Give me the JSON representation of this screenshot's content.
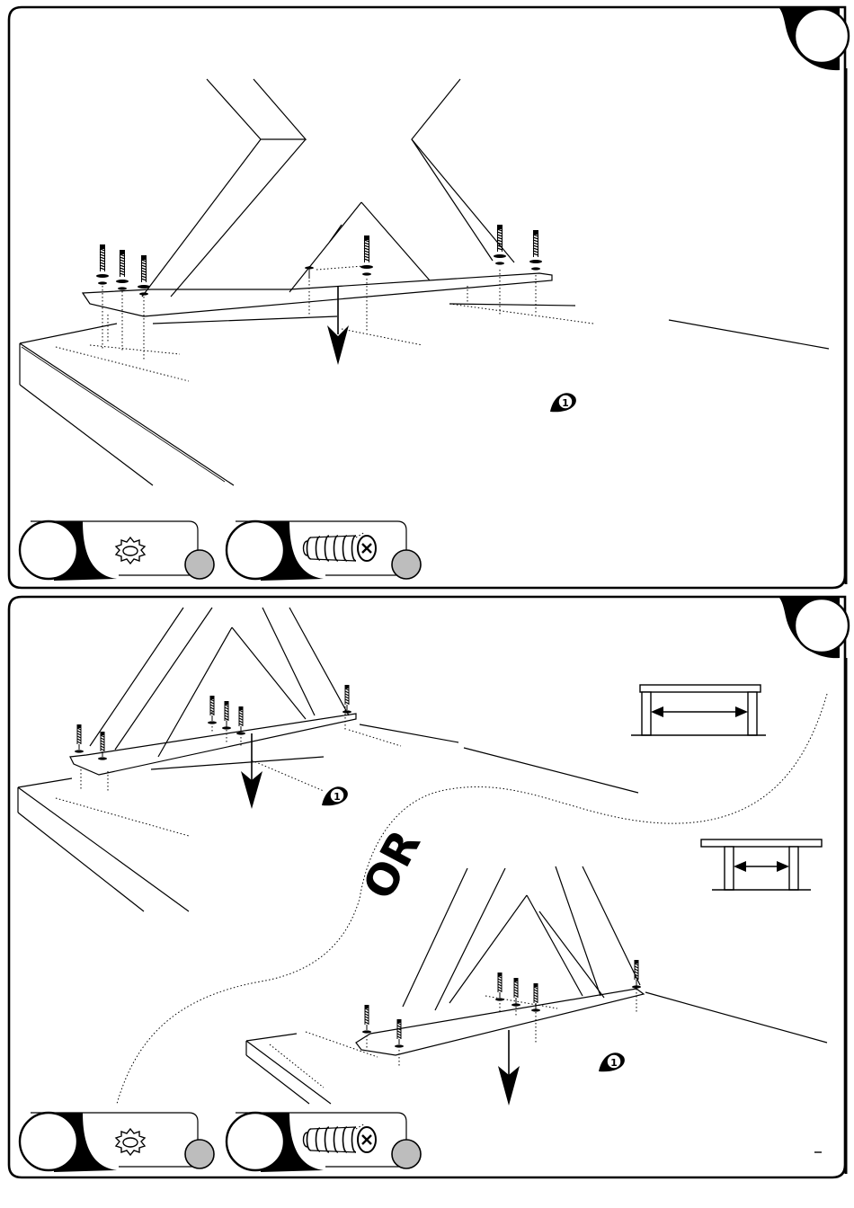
{
  "steps": [
    {
      "ref_marker": "1",
      "parts": [
        {
          "icon": "star-lock-washer-icon"
        },
        {
          "icon": "screw-icon"
        }
      ]
    },
    {
      "or_label": "OR",
      "ref_markers": [
        "1",
        "1"
      ],
      "parts": [
        {
          "icon": "star-lock-washer-icon"
        },
        {
          "icon": "screw-icon"
        }
      ]
    }
  ],
  "colors": {
    "ink": "#000000",
    "paper": "#ffffff",
    "part_badge": "#bdbdbd"
  }
}
